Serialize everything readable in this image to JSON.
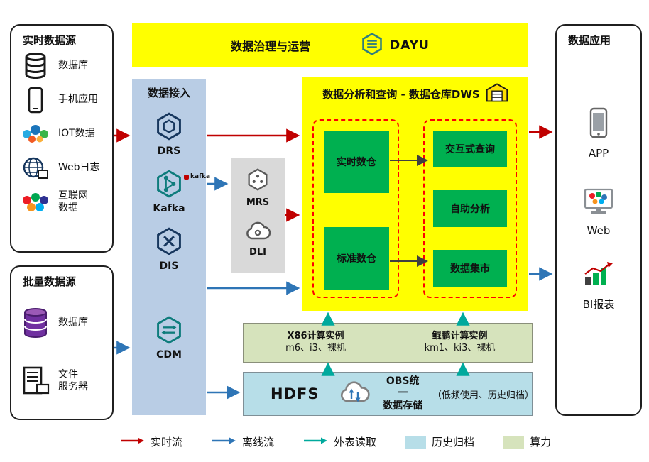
{
  "realtime_sources": {
    "title": "实时数据源",
    "items": [
      {
        "icon": "database-icon",
        "label": "数据库"
      },
      {
        "icon": "mobile-icon",
        "label": "手机应用"
      },
      {
        "icon": "iot-icon",
        "label": "IOT数据"
      },
      {
        "icon": "web-icon",
        "label": "Web日志"
      },
      {
        "icon": "internet-icon",
        "label": "互联网\n数据"
      }
    ]
  },
  "batch_sources": {
    "title": "批量数据源",
    "items": [
      {
        "icon": "database-purple-icon",
        "label": "数据库"
      },
      {
        "icon": "file-server-icon",
        "label": "文件\n服务器"
      }
    ]
  },
  "governance": {
    "title": "数据治理与运营",
    "product": "DAYU"
  },
  "ingestion": {
    "title": "数据接入",
    "kafka_badge": "kafka",
    "services": [
      {
        "name": "DRS"
      },
      {
        "name": "Kafka"
      },
      {
        "name": "DIS"
      },
      {
        "name": "CDM"
      }
    ]
  },
  "processing": {
    "services": [
      {
        "name": "MRS"
      },
      {
        "name": "DLI"
      }
    ]
  },
  "dws": {
    "title": "数据分析和查询 - 数据仓库DWS",
    "warehouses": [
      {
        "name": "实时数仓"
      },
      {
        "name": "标准数仓"
      }
    ],
    "services": [
      {
        "name": "交互式查询"
      },
      {
        "name": "自助分析"
      },
      {
        "name": "数据集市"
      }
    ]
  },
  "applications": {
    "title": "数据应用",
    "items": [
      {
        "label": "APP"
      },
      {
        "label": "Web"
      },
      {
        "label": "BI报表"
      }
    ]
  },
  "compute": {
    "x86_title": "X86计算实例",
    "x86_detail": "m6、i3、裸机",
    "kunpeng_title": "鲲鹏计算实例",
    "kunpeng_detail": "km1、ki3、裸机"
  },
  "storage": {
    "hdfs": "HDFS",
    "obs": "OBS统一\n数据存储",
    "note": "（低频使用、历史归档）"
  },
  "legend": {
    "items": [
      {
        "label": "实时流",
        "type": "arrow",
        "color": "#C00000"
      },
      {
        "label": "离线流",
        "type": "arrow",
        "color": "#2E75B6"
      },
      {
        "label": "外表读取",
        "type": "arrow",
        "color": "#00A99D"
      },
      {
        "label": "历史归档",
        "type": "swatch",
        "color": "#B7DEE8"
      },
      {
        "label": "算力",
        "type": "swatch",
        "color": "#D6E3BC"
      }
    ]
  },
  "colors": {
    "highlight_yellow": "#FFFF00",
    "ingest_blue": "#B9CDE5",
    "processing_gray": "#D9D9D9",
    "dws_green": "#00B050",
    "dashed_red": "#FF0000",
    "compute_green": "#D6E3BC",
    "storage_blue": "#B7DEE8",
    "realtime_arrow": "#C00000",
    "offline_arrow": "#2E75B6",
    "external_arrow": "#00A99D"
  }
}
